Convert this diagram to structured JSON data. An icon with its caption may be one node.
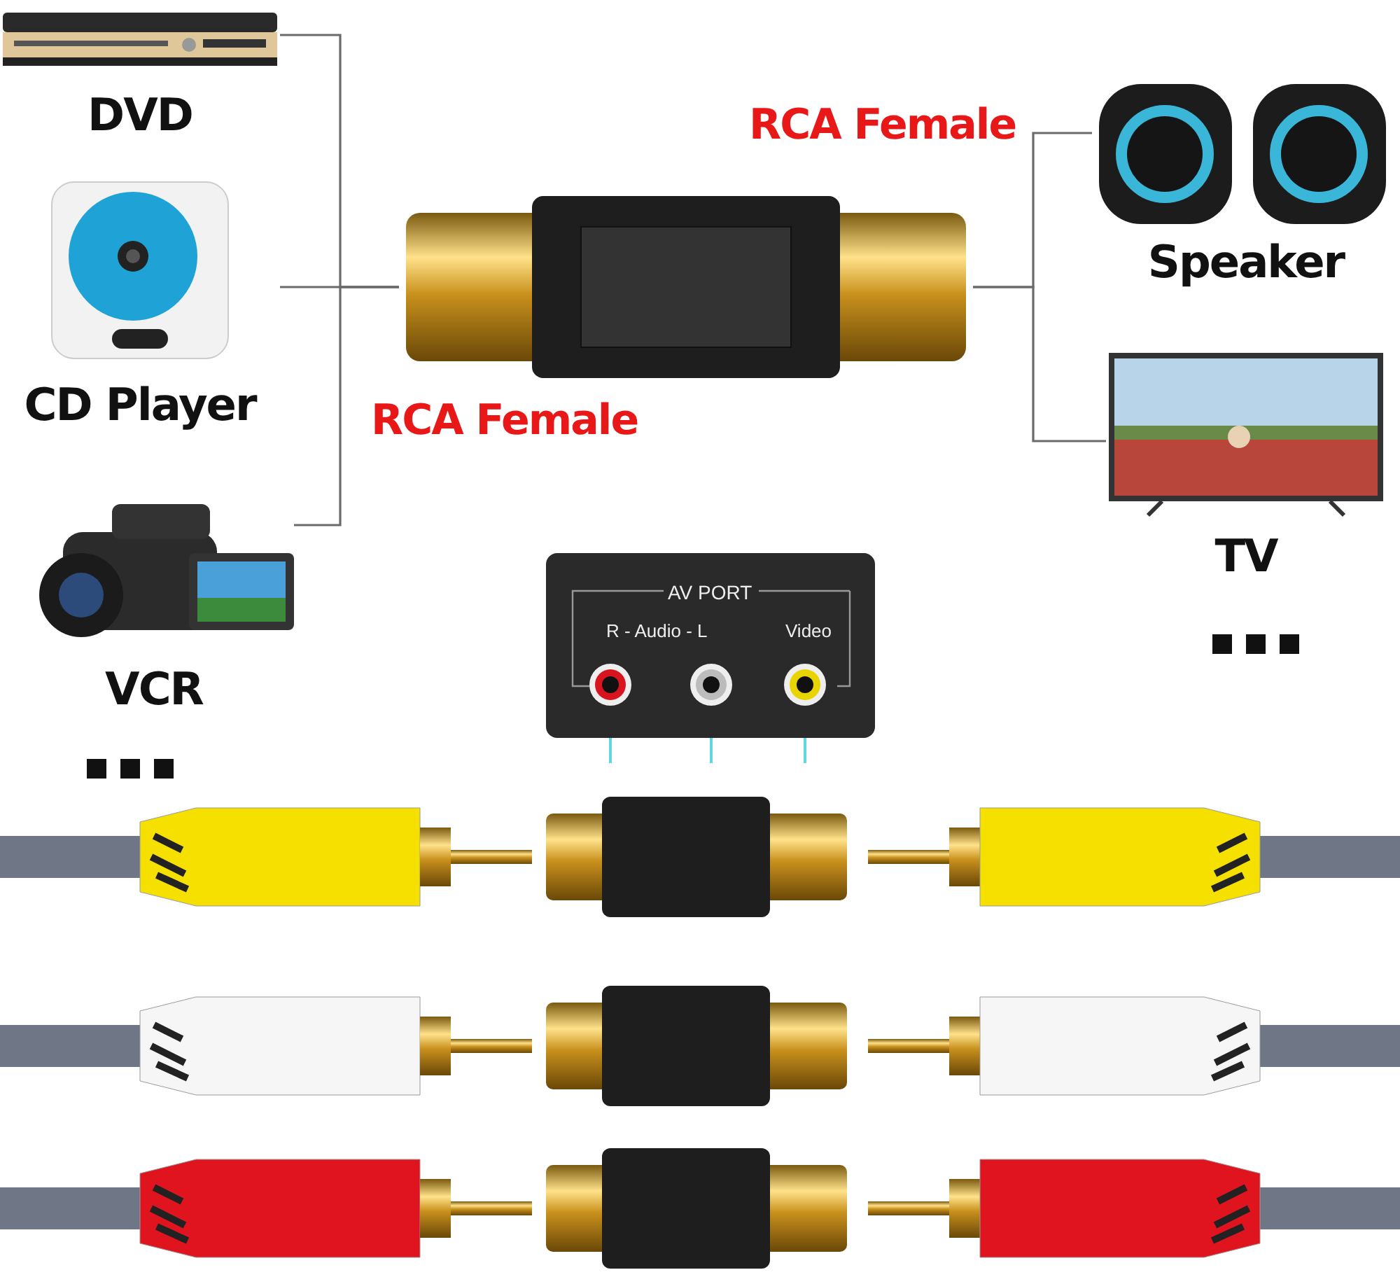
{
  "diagram": {
    "nodes": [
      {
        "text": [
          "DVD"
        ]
      },
      {
        "text": [
          "CD Player"
        ]
      },
      {
        "text": [
          "VCR"
        ]
      },
      {
        "text": [],
        "shape": "picture",
        "beside": [
          "RCA Female",
          "RCA Female"
        ]
      },
      {
        "text": [
          "Speaker"
        ]
      },
      {
        "text": [
          "TV"
        ]
      },
      {
        "text": [
          "AV PORT",
          "R - Audio - L",
          "Video"
        ]
      }
    ],
    "edges": [
      {
        "from": 0,
        "to": 3,
        "arrow": "none"
      },
      {
        "from": 1,
        "to": 3,
        "arrow": "none"
      },
      {
        "from": 2,
        "to": 3,
        "arrow": "none"
      },
      {
        "from": 3,
        "to": 4,
        "arrow": "none"
      },
      {
        "from": 3,
        "to": 5,
        "arrow": "none"
      },
      {
        "from": 6,
        "to": null,
        "arrow": "none",
        "color": "#5fd8e0"
      },
      {
        "from": 6,
        "to": null,
        "arrow": "none",
        "color": "#5fd8e0"
      },
      {
        "from": 6,
        "to": null,
        "arrow": "none",
        "color": "#5fd8e0"
      }
    ]
  }
}
